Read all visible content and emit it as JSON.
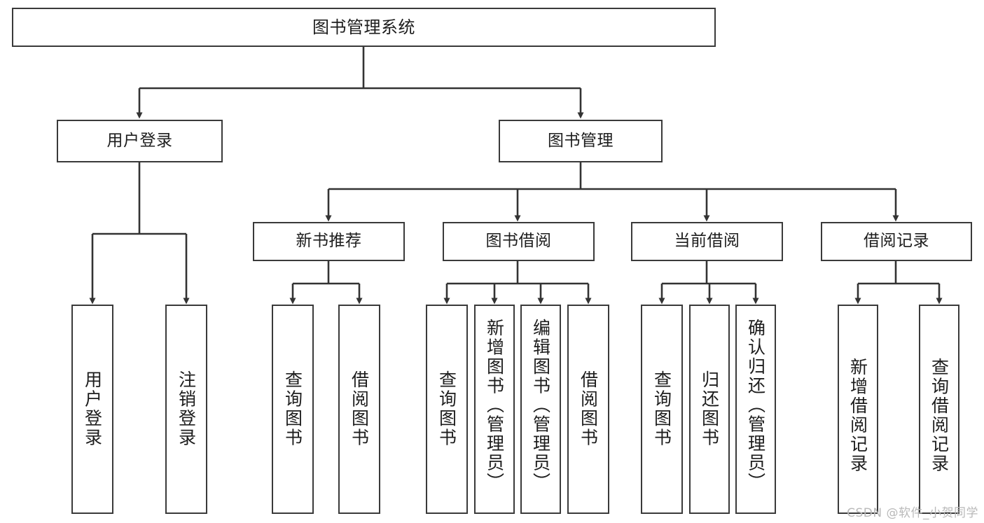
{
  "diagram": {
    "type": "tree",
    "title": "图书管理系统",
    "orientation": "top-down",
    "colors": {
      "box_border": "#3a3a3a",
      "box_fill": "#ffffff",
      "edge": "#333333",
      "text": "#1d1d1d",
      "watermark": "#b9b9b9",
      "background": "#ffffff"
    },
    "watermark": "CSDN @软件_小贺同学",
    "nodes": {
      "root": {
        "label": "图书管理系统"
      },
      "level1": [
        {
          "label": "用户登录"
        },
        {
          "label": "图书管理"
        }
      ],
      "level2": [
        {
          "label": "新书推荐"
        },
        {
          "label": "图书借阅"
        },
        {
          "label": "当前借阅"
        },
        {
          "label": "借阅记录"
        }
      ],
      "leaves": {
        "user_login": [
          {
            "label": "用户登录"
          },
          {
            "label": "注销登录"
          }
        ],
        "new_book_recommend": [
          {
            "label": "查询图书"
          },
          {
            "label": "借阅图书"
          }
        ],
        "book_borrow": [
          {
            "label": "查询图书"
          },
          {
            "label": "新增图书（管理员）"
          },
          {
            "label": "编辑图书（管理员）"
          },
          {
            "label": "借阅图书"
          }
        ],
        "current_borrow": [
          {
            "label": "查询图书"
          },
          {
            "label": "归还图书"
          },
          {
            "label": "确认归还（管理员）"
          }
        ],
        "borrow_record": [
          {
            "label": "新增借阅记录"
          },
          {
            "label": "查询借阅记录"
          }
        ]
      }
    }
  }
}
